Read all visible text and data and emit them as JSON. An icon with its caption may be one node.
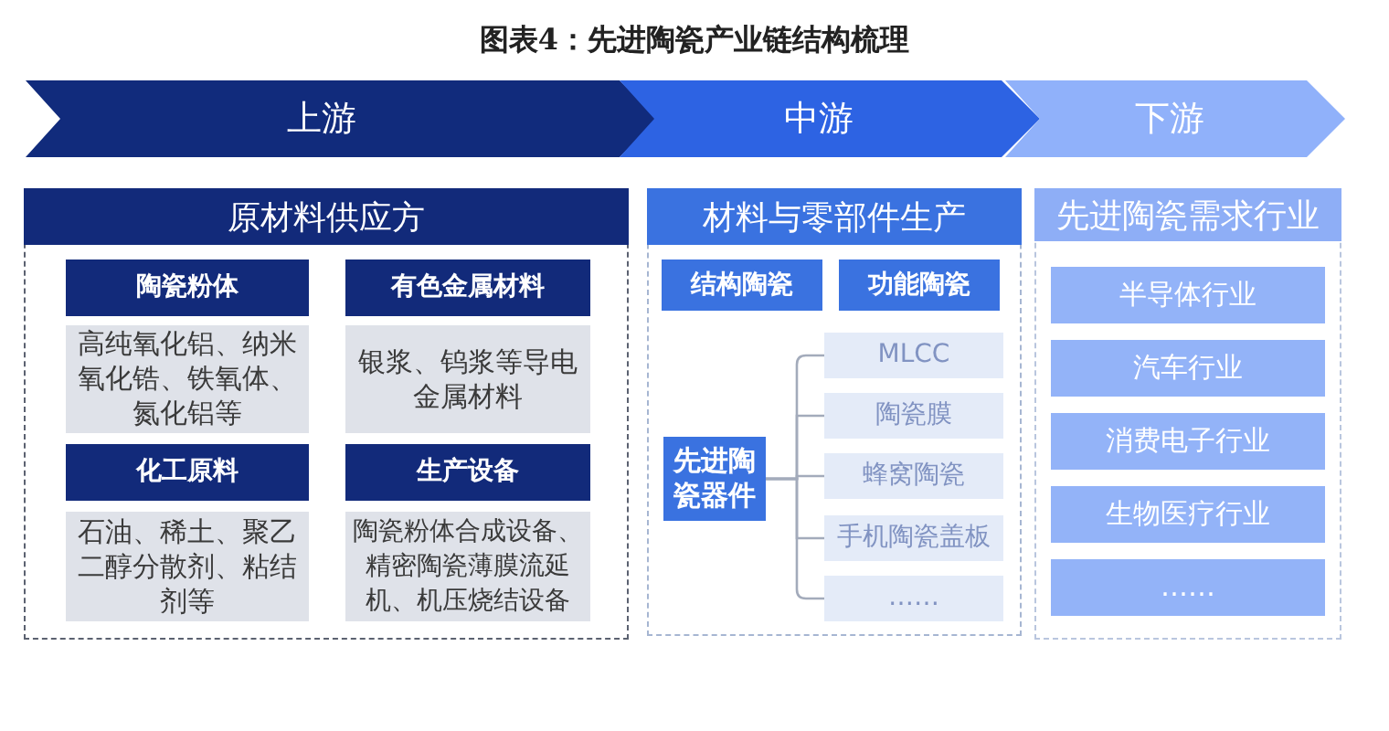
{
  "diagram": {
    "title": "图表4：先进陶瓷产业链结构梳理",
    "nodes": [
      {
        "text": [
          "上游"
        ]
      },
      {
        "text": [
          "中游"
        ]
      },
      {
        "text": [
          "下游"
        ]
      },
      {
        "text": [
          "原材料供应方"
        ]
      },
      {
        "text": [
          "陶瓷粉体"
        ],
        "in": 3
      },
      {
        "text": [
          "高纯氧化铝、纳米氧化锆、铁氧体、氮化铝等"
        ],
        "in": 3
      },
      {
        "text": [
          "有色金属材料"
        ],
        "in": 3
      },
      {
        "text": [
          "银浆、钨浆等导电金属材料"
        ],
        "in": 3
      },
      {
        "text": [
          "化工原料"
        ],
        "in": 3
      },
      {
        "text": [
          "石油、稀土、聚乙二醇分散剂、粘结剂等"
        ],
        "in": 3
      },
      {
        "text": [
          "生产设备"
        ],
        "in": 3
      },
      {
        "text": [
          "陶瓷粉体合成设备、精密陶瓷薄膜流延机、机压烧结设备"
        ],
        "in": 3
      },
      {
        "text": [
          "材料与零部件生产"
        ]
      },
      {
        "text": [
          "结构陶瓷"
        ],
        "in": 12
      },
      {
        "text": [
          "功能陶瓷"
        ],
        "in": 12
      },
      {
        "text": [
          "先进陶瓷器件"
        ],
        "in": 12
      },
      {
        "text": [
          "MLCC"
        ],
        "in": 12
      },
      {
        "text": [
          "陶瓷膜"
        ],
        "in": 12
      },
      {
        "text": [
          "蜂窝陶瓷"
        ],
        "in": 12
      },
      {
        "text": [
          "手机陶瓷盖板"
        ],
        "in": 12
      },
      {
        "text": [
          "……"
        ],
        "in": 12
      },
      {
        "text": [
          "先进陶瓷需求行业"
        ]
      },
      {
        "text": [
          "半导体行业"
        ],
        "in": 21
      },
      {
        "text": [
          "汽车行业"
        ],
        "in": 21
      },
      {
        "text": [
          "消费电子行业"
        ],
        "in": 21
      },
      {
        "text": [
          "生物医疗行业"
        ],
        "in": 21
      },
      {
        "text": [
          "……"
        ],
        "in": 21
      }
    ],
    "edges": [
      {
        "from": 15,
        "to": 16,
        "arrow": "none"
      },
      {
        "from": 15,
        "to": 17,
        "arrow": "none"
      },
      {
        "from": 15,
        "to": 18,
        "arrow": "none"
      },
      {
        "from": 15,
        "to": 19,
        "arrow": "none"
      },
      {
        "from": 15,
        "to": 20,
        "arrow": "none"
      }
    ]
  }
}
